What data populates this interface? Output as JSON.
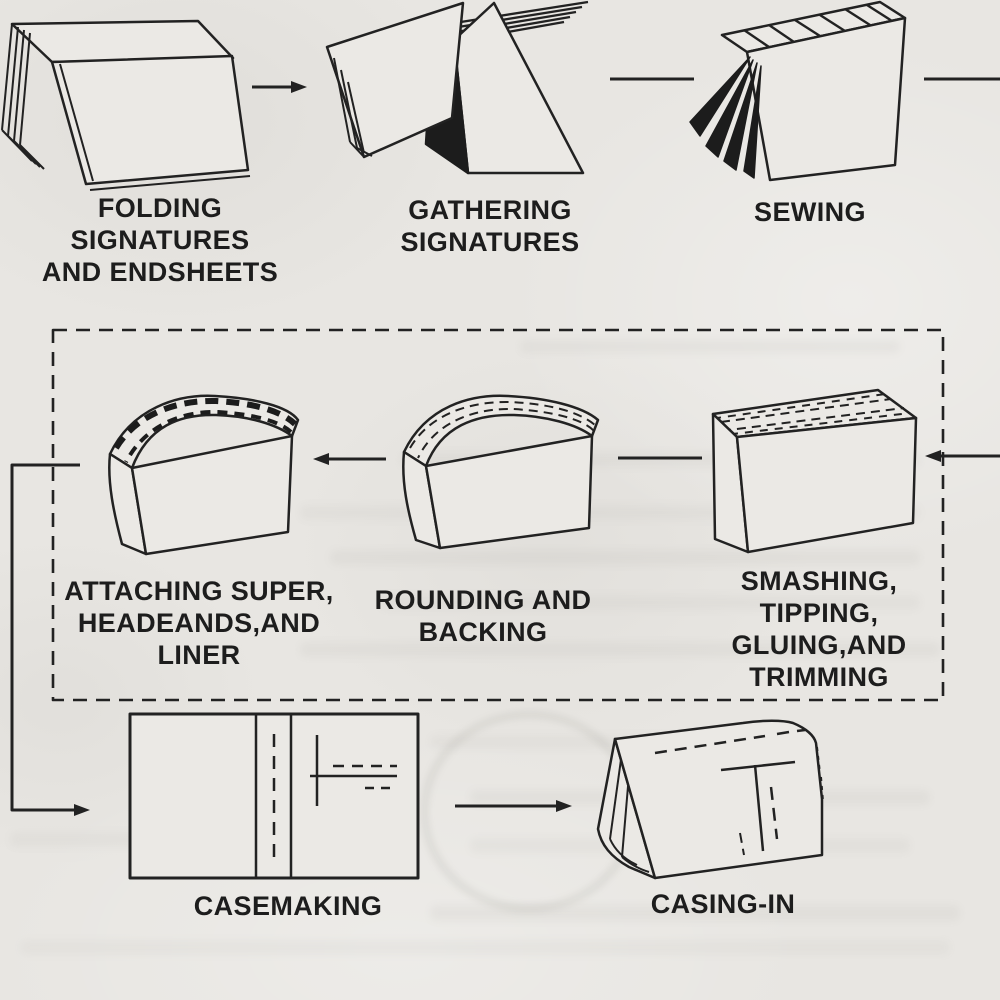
{
  "palette": {
    "paper_background": "#e8e6e2",
    "ink": "#212121",
    "figure_fill": "#ebe9e5"
  },
  "diagram": {
    "description_icon": "bookbinding-process-flow-diagram",
    "steps": [
      {
        "id": "folding",
        "illustration": "folded-signatures-icon",
        "label": "FOLDING\nSIGNATURES\nAND ENDSHEETS"
      },
      {
        "id": "gathering",
        "illustration": "gathered-signatures-icon",
        "label": "GATHERING\nSIGNATURES"
      },
      {
        "id": "sewing",
        "illustration": "sewn-signatures-icon",
        "label": "SEWING"
      },
      {
        "id": "smashing",
        "illustration": "smashed-book-block-icon",
        "label": "SMASHING,\nTIPPING,\nGLUING,AND\nTRIMMING"
      },
      {
        "id": "rounding",
        "illustration": "rounded-backed-block-icon",
        "label": "ROUNDING AND\nBACKING"
      },
      {
        "id": "attaching",
        "illustration": "super-headband-liner-icon",
        "label": "ATTACHING SUPER,\nHEADEANDS,AND\nLINER"
      },
      {
        "id": "casemaking",
        "illustration": "open-book-case-icon",
        "label": "CASEMAKING"
      },
      {
        "id": "casingin",
        "illustration": "cased-in-book-icon",
        "label": "CASING-IN"
      }
    ],
    "flow": [
      "folding -> gathering",
      "gathering -> sewing",
      "sewing -> (off right edge) -> smashing",
      "smashing -> rounding",
      "rounding -> attaching",
      "attaching -> (out of dashed box, down left side) -> casemaking",
      "casemaking -> casingin"
    ],
    "dashed_group_contains": [
      "smashing",
      "rounding",
      "attaching"
    ]
  }
}
